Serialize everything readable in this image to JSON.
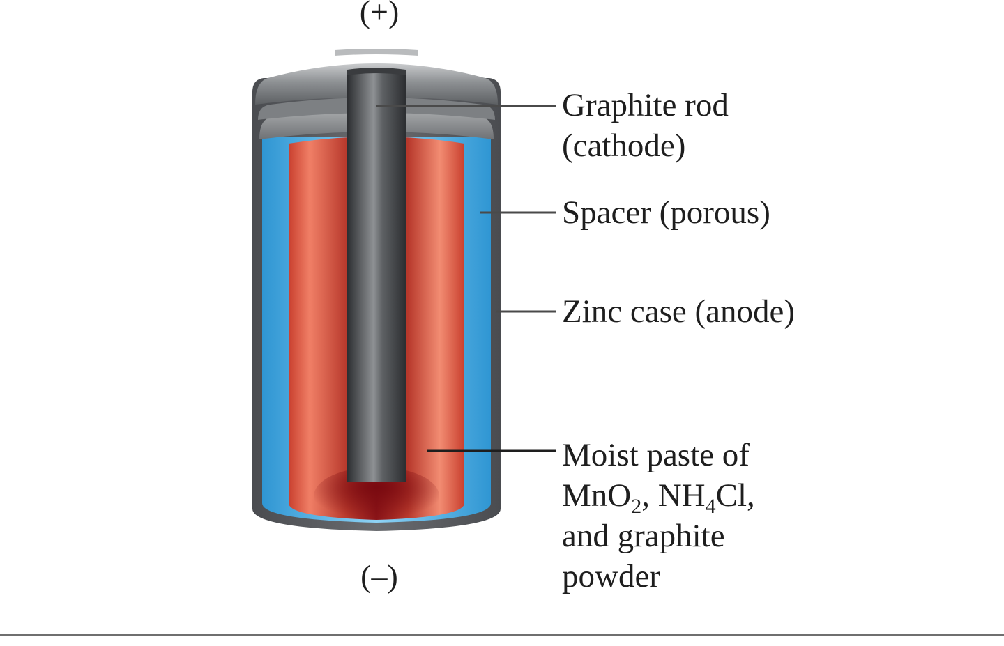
{
  "terminals": {
    "positive": "(+)",
    "negative": "(–)"
  },
  "labels": {
    "graphite_rod": {
      "line1": "Graphite rod",
      "line2": "(cathode)"
    },
    "spacer": {
      "line1": "Spacer (porous)"
    },
    "zinc_case": {
      "line1": "Zinc case (anode)"
    },
    "moist_paste": {
      "line1": "Moist paste of",
      "line2_a": "MnO",
      "line2_sub1": "2",
      "line2_b": ", NH",
      "line2_sub2": "4",
      "line2_c": "Cl,",
      "line3": "and graphite",
      "line4": "powder"
    }
  },
  "colors": {
    "zinc_case": "#5b5d60",
    "spacer_blue": "#3fa9e0",
    "paste_red": "#d9543f",
    "paste_dark": "#8a0f14",
    "graphite_rod": "#45474a",
    "leader_line": "#4a4a4a"
  }
}
